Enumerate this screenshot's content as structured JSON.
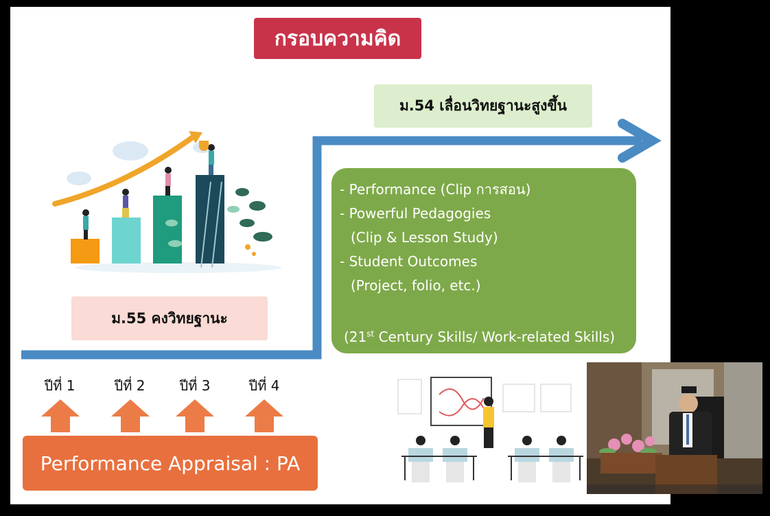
{
  "slide": {
    "title": "กรอบความคิด",
    "promotion_label": "ม.54 เลื่อนวิทยฐานะสูงขึ้น",
    "maintain_label": "ม.55 คงวิทยฐานะ",
    "criteria": {
      "line1": "- Performance (Clip การสอน)",
      "line2": "- Powerful Pedagogies",
      "line3": "(Clip & Lesson Study)",
      "line4": "- Student Outcomes",
      "line5": "(Project, folio, etc.)",
      "skills_prefix": "(21",
      "skills_sup": "st",
      "skills_suffix": " Century Skills/ Work-related Skills)"
    },
    "years": [
      "ปีที่ 1",
      "ปีที่ 2",
      "ปีที่ 3",
      "ปีที่ 4"
    ],
    "pa_label": "Performance Appraisal : PA"
  },
  "colors": {
    "title_bg": "#c8334a",
    "promotion_bg": "#dceecd",
    "maintain_bg": "#fadbd5",
    "criteria_bg": "#7ea94a",
    "pa_bg": "#e8703e",
    "arrow_line": "#4a8bc4",
    "year_arrows": "#ec7c47"
  }
}
